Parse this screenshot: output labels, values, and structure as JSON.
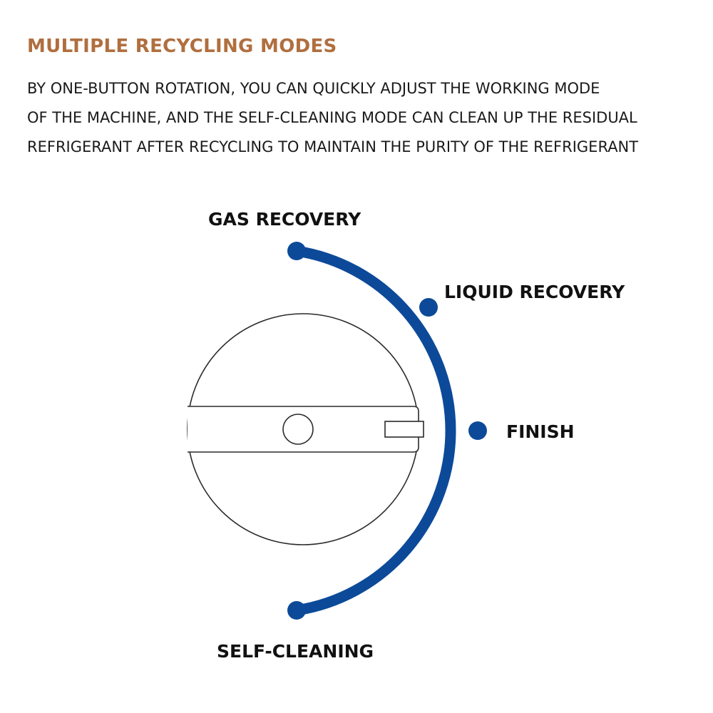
{
  "header": {
    "title": "MULTIPLE RECYCLING MODES",
    "description_lines": [
      "BY ONE-BUTTON ROTATION, YOU CAN QUICKLY ADJUST THE WORKING MODE",
      "OF THE MACHINE, AND THE SELF-CLEANING MODE CAN CLEAN UP THE RESIDUAL",
      "REFRIGERANT AFTER RECYCLING TO MAINTAIN THE PURITY OF THE REFRIGERANT"
    ]
  },
  "diagram": {
    "arc_color": "#0c4a99",
    "modes": [
      {
        "id": "gas",
        "label": "GAS RECOVERY"
      },
      {
        "id": "liquid",
        "label": "LIQUID RECOVERY"
      },
      {
        "id": "finish",
        "label": "FINISH"
      },
      {
        "id": "self-cleaning",
        "label": "SELF-CLEANING"
      }
    ]
  }
}
